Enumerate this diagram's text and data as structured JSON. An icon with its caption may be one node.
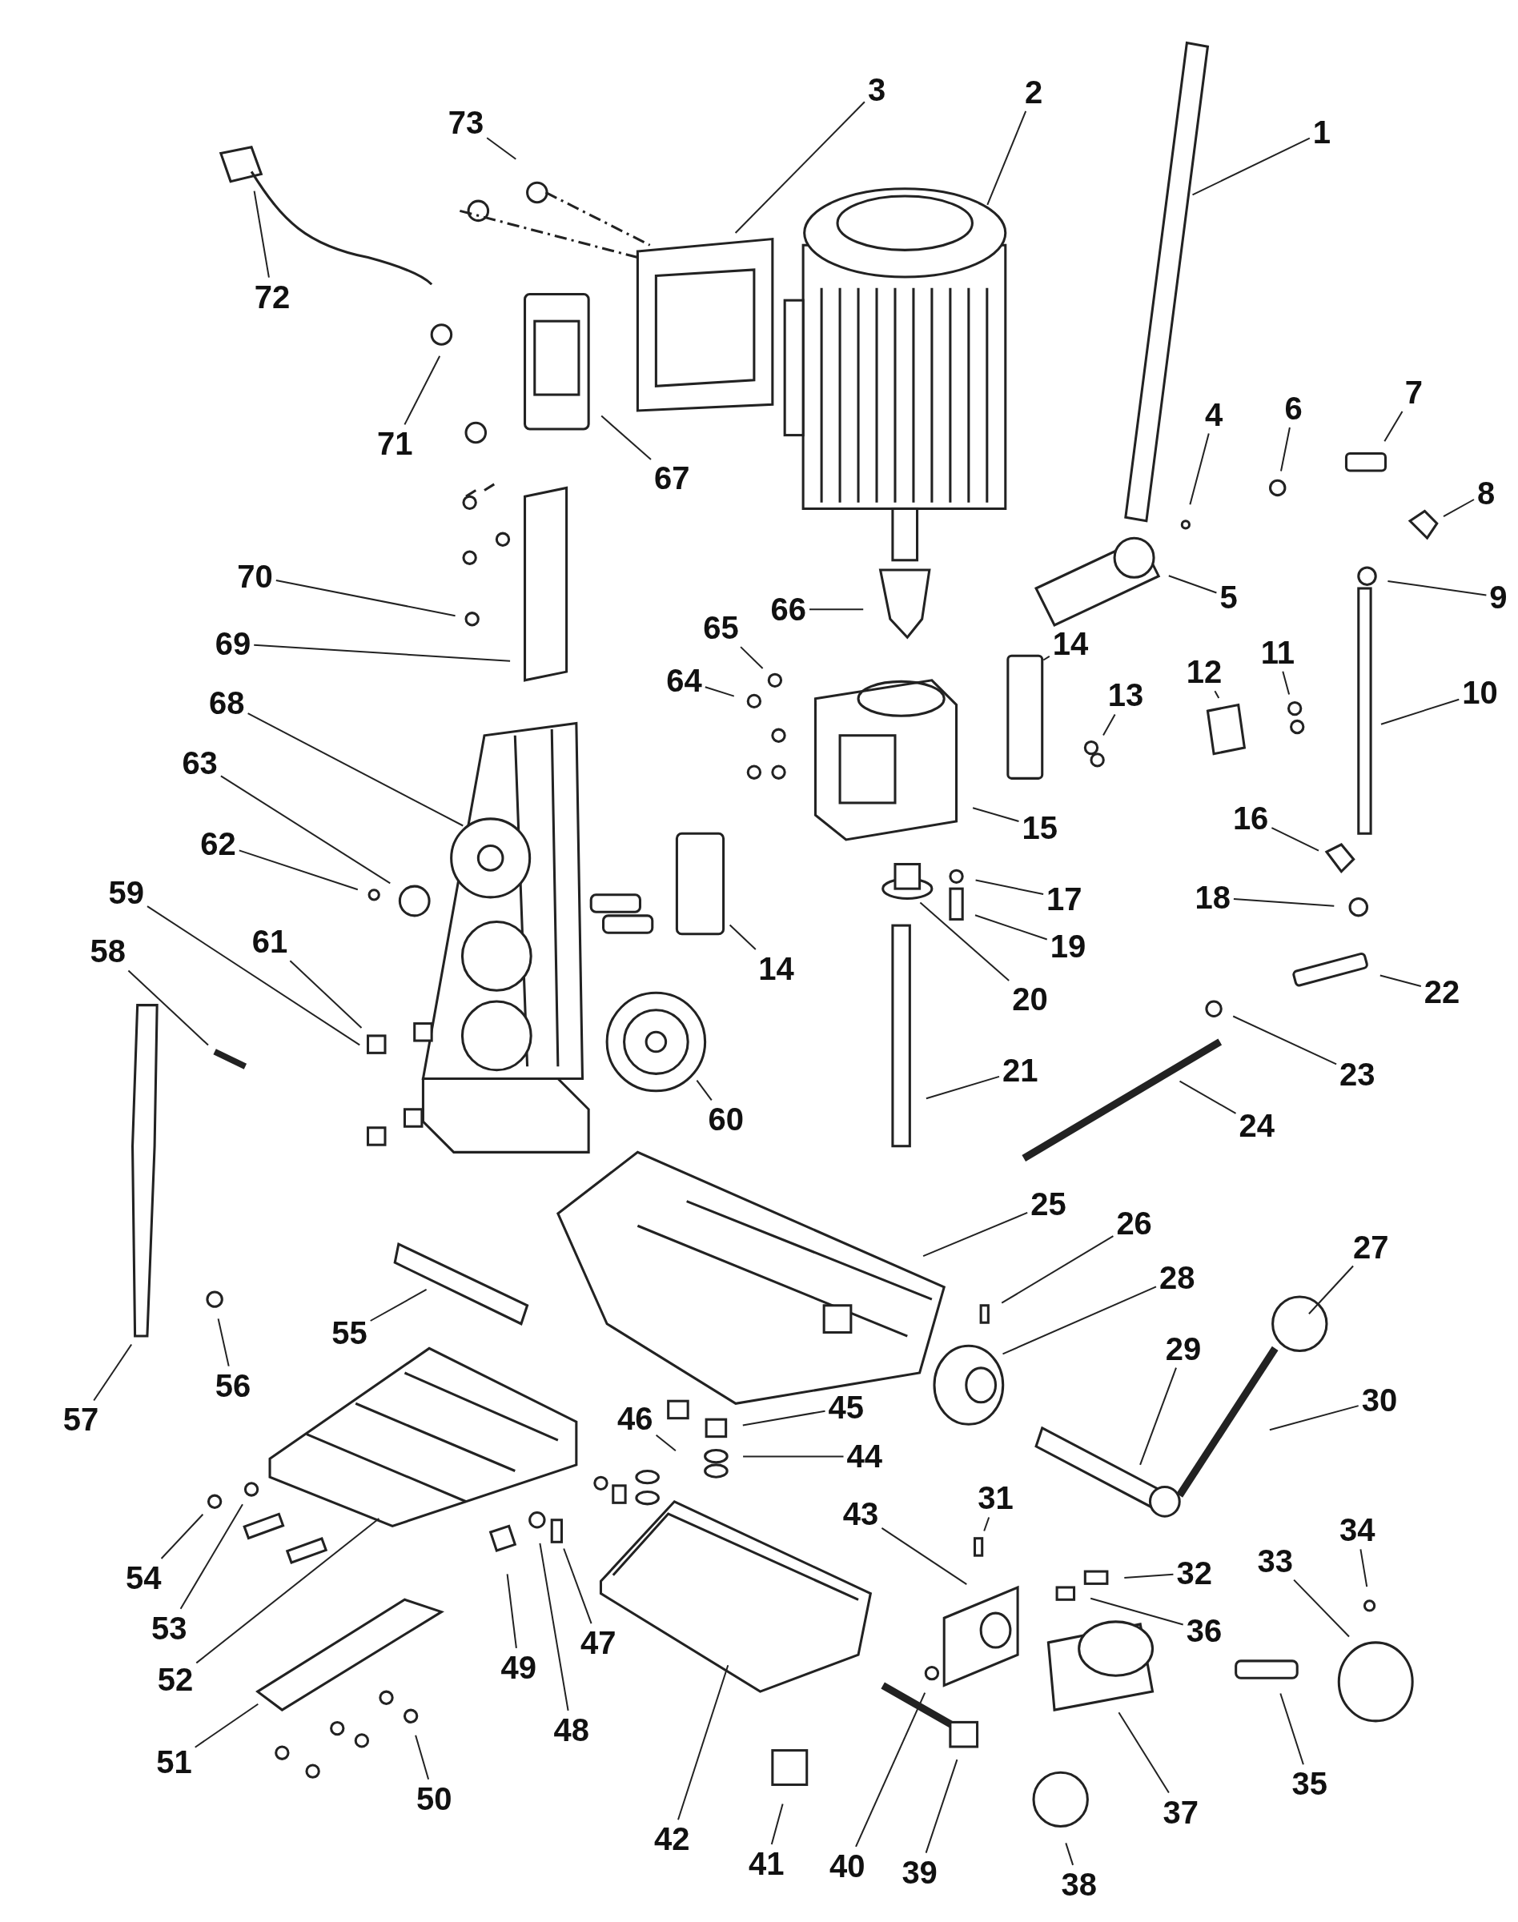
{
  "diagram": {
    "nodes": [
      {
        "text": [
          "1"
        ]
      },
      {
        "text": [
          "2"
        ]
      },
      {
        "text": [
          "3"
        ]
      },
      {
        "text": [
          "73"
        ]
      },
      {
        "text": [
          "72"
        ]
      },
      {
        "text": [
          "71"
        ]
      },
      {
        "text": [
          "67"
        ]
      },
      {
        "text": [
          "70"
        ]
      },
      {
        "text": [
          "69"
        ]
      },
      {
        "text": [
          "68"
        ]
      },
      {
        "text": [
          "63"
        ]
      },
      {
        "text": [
          "62"
        ]
      },
      {
        "text": [
          "59"
        ]
      },
      {
        "text": [
          "58"
        ]
      },
      {
        "text": [
          "61"
        ]
      },
      {
        "text": [
          "65"
        ]
      },
      {
        "text": [
          "64"
        ]
      },
      {
        "text": [
          "66"
        ]
      },
      {
        "text": [
          "5"
        ]
      },
      {
        "text": [
          "4"
        ]
      },
      {
        "text": [
          "6"
        ]
      },
      {
        "text": [
          "7"
        ]
      },
      {
        "text": [
          "8"
        ]
      },
      {
        "text": [
          "9"
        ]
      },
      {
        "text": [
          "10"
        ]
      },
      {
        "text": [
          "11"
        ]
      },
      {
        "text": [
          "12"
        ]
      },
      {
        "text": [
          "13"
        ]
      },
      {
        "text": [
          "14"
        ]
      },
      {
        "text": [
          "15"
        ]
      },
      {
        "text": [
          "14"
        ]
      },
      {
        "text": [
          "16"
        ]
      },
      {
        "text": [
          "18"
        ]
      },
      {
        "text": [
          "17"
        ]
      },
      {
        "text": [
          "19"
        ]
      },
      {
        "text": [
          "20"
        ]
      },
      {
        "text": [
          "22"
        ]
      },
      {
        "text": [
          "23"
        ]
      },
      {
        "text": [
          "21"
        ]
      },
      {
        "text": [
          "24"
        ]
      },
      {
        "text": [
          "60"
        ]
      },
      {
        "text": [
          "25"
        ]
      },
      {
        "text": [
          "26"
        ]
      },
      {
        "text": [
          "28"
        ]
      },
      {
        "text": [
          "27"
        ]
      },
      {
        "text": [
          "29"
        ]
      },
      {
        "text": [
          "30"
        ]
      },
      {
        "text": [
          "57"
        ]
      },
      {
        "text": [
          "56"
        ]
      },
      {
        "text": [
          "55"
        ]
      },
      {
        "text": [
          "46"
        ]
      },
      {
        "text": [
          "45"
        ]
      },
      {
        "text": [
          "44"
        ]
      },
      {
        "text": [
          "43"
        ]
      },
      {
        "text": [
          "31"
        ]
      },
      {
        "text": [
          "32"
        ]
      },
      {
        "text": [
          "36"
        ]
      },
      {
        "text": [
          "33"
        ]
      },
      {
        "text": [
          "34"
        ]
      },
      {
        "text": [
          "37"
        ]
      },
      {
        "text": [
          "35"
        ]
      },
      {
        "text": [
          "54"
        ]
      },
      {
        "text": [
          "53"
        ]
      },
      {
        "text": [
          "52"
        ]
      },
      {
        "text": [
          "51"
        ]
      },
      {
        "text": [
          "50"
        ]
      },
      {
        "text": [
          "49"
        ]
      },
      {
        "text": [
          "48"
        ]
      },
      {
        "text": [
          "47"
        ]
      },
      {
        "text": [
          "42"
        ]
      },
      {
        "text": [
          "41"
        ]
      },
      {
        "text": [
          "40"
        ]
      },
      {
        "text": [
          "39"
        ]
      },
      {
        "text": [
          "38"
        ]
      }
    ],
    "edges": [
      {
        "from": 0,
        "to": null,
        "arrow": "none"
      },
      {
        "from": 1,
        "to": null,
        "arrow": "none"
      },
      {
        "from": 2,
        "to": null,
        "arrow": "none"
      },
      {
        "from": 3,
        "to": null,
        "arrow": "none"
      },
      {
        "from": 4,
        "to": null,
        "arrow": "none"
      },
      {
        "from": 5,
        "to": null,
        "arrow": "none"
      },
      {
        "from": 6,
        "to": null,
        "arrow": "none"
      },
      {
        "from": 7,
        "to": null,
        "arrow": "none"
      },
      {
        "from": 8,
        "to": null,
        "arrow": "none"
      },
      {
        "from": 9,
        "to": null,
        "arrow": "none"
      },
      {
        "from": 10,
        "to": null,
        "arrow": "none"
      },
      {
        "from": 11,
        "to": null,
        "arrow": "none"
      },
      {
        "from": 12,
        "to": null,
        "arrow": "none"
      },
      {
        "from": 13,
        "to": null,
        "arrow": "none"
      },
      {
        "from": 14,
        "to": null,
        "arrow": "none"
      },
      {
        "from": 15,
        "to": null,
        "arrow": "none"
      },
      {
        "from": 16,
        "to": null,
        "arrow": "none"
      },
      {
        "from": 17,
        "to": null,
        "arrow": "none"
      },
      {
        "from": 18,
        "to": null,
        "arrow": "none"
      },
      {
        "from": 19,
        "to": null,
        "arrow": "none"
      },
      {
        "from": 20,
        "to": null,
        "arrow": "none"
      },
      {
        "from": 21,
        "to": null,
        "arrow": "none"
      },
      {
        "from": 22,
        "to": null,
        "arrow": "none"
      },
      {
        "from": 23,
        "to": null,
        "arrow": "none"
      },
      {
        "from": 24,
        "to": null,
        "arrow": "none"
      },
      {
        "from": 25,
        "to": null,
        "arrow": "none"
      },
      {
        "from": 26,
        "to": null,
        "arrow": "none"
      },
      {
        "from": 27,
        "to": null,
        "arrow": "none"
      },
      {
        "from": 28,
        "to": null,
        "arrow": "none"
      },
      {
        "from": 29,
        "to": null,
        "arrow": "none"
      },
      {
        "from": 30,
        "to": null,
        "arrow": "none"
      },
      {
        "from": 31,
        "to": null,
        "arrow": "none"
      },
      {
        "from": 32,
        "to": null,
        "arrow": "none"
      },
      {
        "from": 33,
        "to": null,
        "arrow": "none"
      },
      {
        "from": 34,
        "to": null,
        "arrow": "none"
      },
      {
        "from": 35,
        "to": null,
        "arrow": "none"
      },
      {
        "from": 36,
        "to": null,
        "arrow": "none"
      },
      {
        "from": 37,
        "to": null,
        "arrow": "none"
      },
      {
        "from": 38,
        "to": null,
        "arrow": "none"
      },
      {
        "from": 39,
        "to": null,
        "arrow": "none"
      },
      {
        "from": 40,
        "to": null,
        "arrow": "none"
      },
      {
        "from": 41,
        "to": null,
        "arrow": "none"
      },
      {
        "from": 42,
        "to": null,
        "arrow": "none"
      },
      {
        "from": 43,
        "to": null,
        "arrow": "none"
      },
      {
        "from": 44,
        "to": null,
        "arrow": "none"
      },
      {
        "from": 45,
        "to": null,
        "arrow": "none"
      },
      {
        "from": 46,
        "to": null,
        "arrow": "none"
      },
      {
        "from": 47,
        "to": null,
        "arrow": "none"
      },
      {
        "from": 48,
        "to": null,
        "arrow": "none"
      },
      {
        "from": 49,
        "to": null,
        "arrow": "none"
      },
      {
        "from": 50,
        "to": null,
        "arrow": "none"
      },
      {
        "from": 51,
        "to": null,
        "arrow": "none"
      },
      {
        "from": 52,
        "to": null,
        "arrow": "none"
      },
      {
        "from": 53,
        "to": null,
        "arrow": "none"
      },
      {
        "from": 54,
        "to": null,
        "arrow": "none"
      },
      {
        "from": 55,
        "to": null,
        "arrow": "none"
      },
      {
        "from": 56,
        "to": null,
        "arrow": "none"
      },
      {
        "from": 57,
        "to": null,
        "arrow": "none"
      },
      {
        "from": 58,
        "to": null,
        "arrow": "none"
      },
      {
        "from": 59,
        "to": null,
        "arrow": "none"
      },
      {
        "from": 60,
        "to": null,
        "arrow": "none"
      },
      {
        "from": 61,
        "to": null,
        "arrow": "none"
      },
      {
        "from": 62,
        "to": null,
        "arrow": "none"
      },
      {
        "from": 63,
        "to": null,
        "arrow": "none"
      },
      {
        "from": 64,
        "to": null,
        "arrow": "none"
      },
      {
        "from": 65,
        "to": null,
        "arrow": "none"
      },
      {
        "from": 66,
        "to": null,
        "arrow": "none"
      },
      {
        "from": 67,
        "to": null,
        "arrow": "none"
      },
      {
        "from": 68,
        "to": null,
        "arrow": "none"
      },
      {
        "from": 69,
        "to": null,
        "arrow": "none"
      },
      {
        "from": 70,
        "to": null,
        "arrow": "none"
      },
      {
        "from": 71,
        "to": null,
        "arrow": "none"
      },
      {
        "from": 72,
        "to": null,
        "arrow": "none"
      },
      {
        "from": 73,
        "to": null,
        "arrow": "none"
      }
    ]
  }
}
